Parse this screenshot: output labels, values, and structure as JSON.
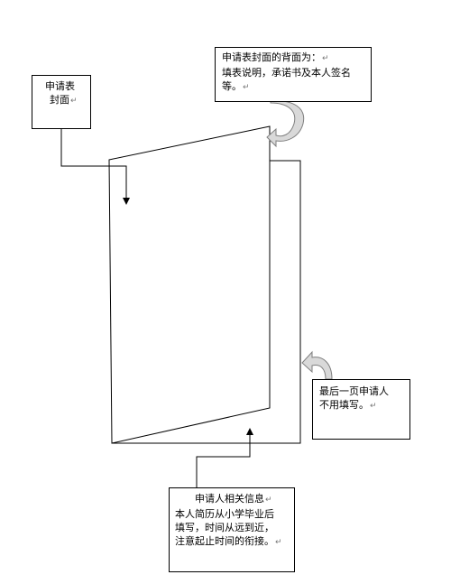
{
  "cover_note": {
    "lines": [
      "申请表",
      "封面"
    ],
    "para_mark": "↵"
  },
  "back_note": {
    "lines": [
      "申请表封面的背面为：",
      "填表说明，承诺书及本人签名",
      "等。"
    ],
    "para_marks": [
      "↵",
      "↵",
      "↵"
    ]
  },
  "last_page_note": {
    "lines": [
      "最后一页申请人",
      "不用填写。"
    ],
    "para_mark": "↵"
  },
  "applicant_info_note": {
    "lines": [
      "申请人相关信息",
      "本人简历从小学毕业后",
      "填写，时间从远到近，",
      "注意起止时间的衔接。"
    ],
    "para_marks": [
      "↵",
      "↵"
    ]
  },
  "icons": {
    "turn_arrow_top": "curved-turn-arrow",
    "turn_arrow_right": "curved-turn-arrow"
  },
  "colors": {
    "line": "#000000",
    "curved_arrow_fill": "#d9d9d9",
    "curved_arrow_stroke": "#7f7f7f"
  }
}
